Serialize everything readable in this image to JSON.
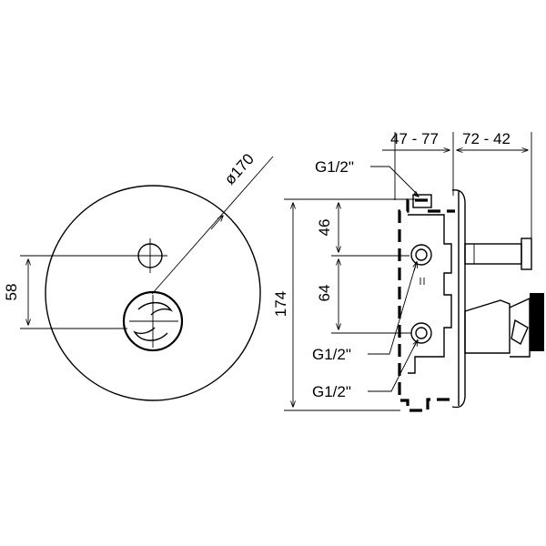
{
  "dimensions": {
    "diameter": "ø170",
    "front_offset": "58",
    "overall_height": "174",
    "upper_spacing": "46",
    "lower_spacing": "64",
    "depth_range_1": "47 - 77",
    "depth_range_2": "72 - 42"
  },
  "thread_labels": {
    "top": "G1/2\"",
    "middle": "G1/2\"",
    "bottom": "G1/2\""
  }
}
